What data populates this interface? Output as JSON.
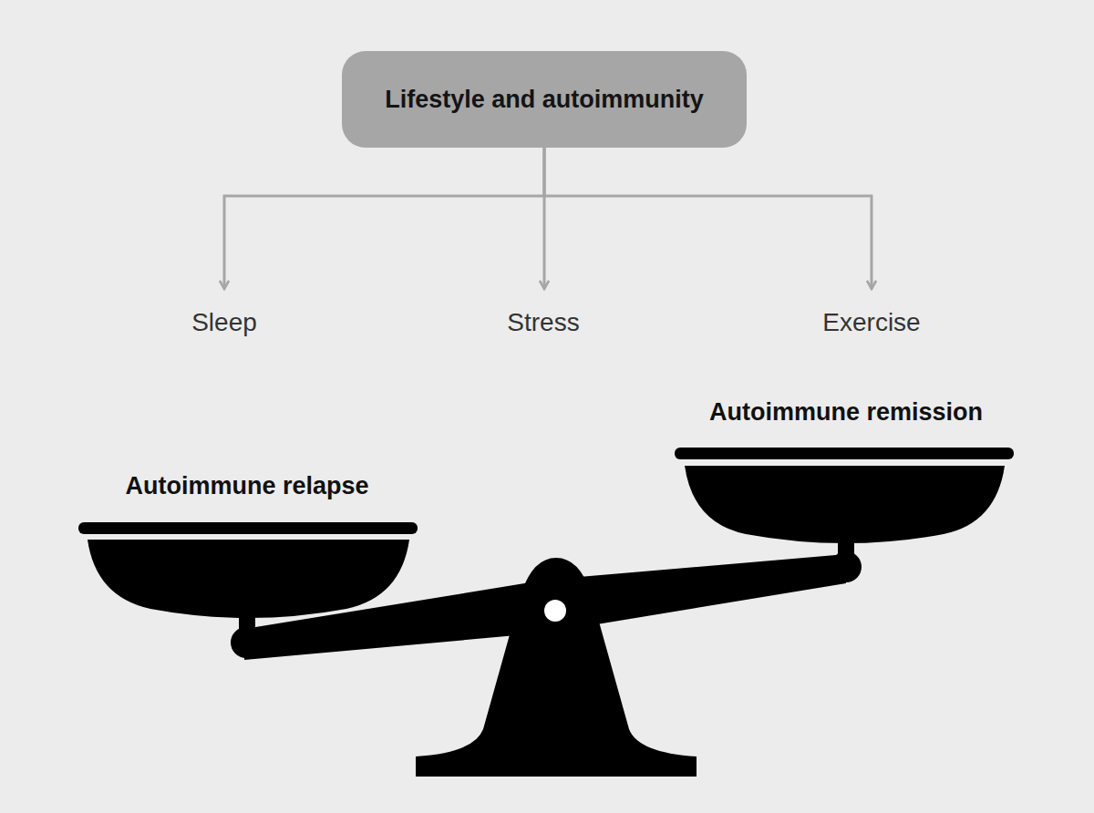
{
  "diagram": {
    "nodes": [
      {
        "text": [
          "Lifestyle and autoimmunity"
        ]
      },
      {
        "text": [
          "Sleep"
        ]
      },
      {
        "text": [
          "Stress"
        ]
      },
      {
        "text": [
          "Exercise"
        ]
      }
    ],
    "edges": [
      {
        "from": 0,
        "to": 1,
        "arrow": "to"
      },
      {
        "from": 0,
        "to": 2,
        "arrow": "to"
      },
      {
        "from": 0,
        "to": 3,
        "arrow": "to"
      }
    ],
    "labels": [
      "Autoimmune relapse",
      "Autoimmune remission"
    ]
  }
}
